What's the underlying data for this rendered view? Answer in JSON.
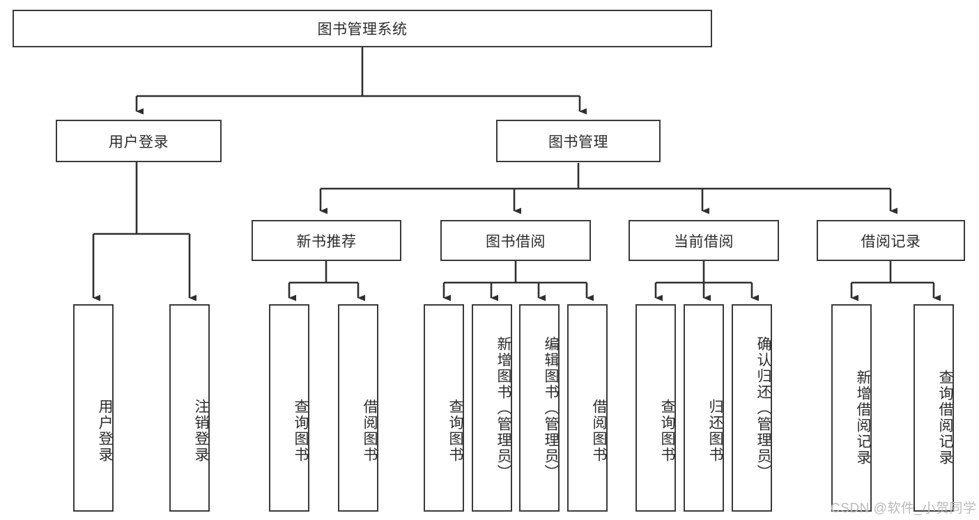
{
  "diagram": {
    "type": "tree-hierarchy",
    "title": "图书管理系统",
    "orientation": "top-down",
    "colors": {
      "box_border": "#3a3a3a",
      "box_fill": "#ffffff",
      "connector": "#2f2f2f",
      "text": "#2b2b2b",
      "watermark": "#b9b9b9"
    },
    "nodes": {
      "root": {
        "label": "图书管理系统",
        "orientation": "horizontal"
      },
      "level2": [
        {
          "id": "user-login",
          "label": "用户登录",
          "orientation": "horizontal"
        },
        {
          "id": "book-management",
          "label": "图书管理",
          "orientation": "horizontal"
        }
      ],
      "level3": [
        {
          "id": "new-book-recommend",
          "label": "新书推荐",
          "orientation": "horizontal"
        },
        {
          "id": "book-borrow",
          "label": "图书借阅",
          "orientation": "horizontal"
        },
        {
          "id": "current-borrow",
          "label": "当前借阅",
          "orientation": "horizontal"
        },
        {
          "id": "borrow-record",
          "label": "借阅记录",
          "orientation": "horizontal"
        }
      ],
      "leaves": {
        "user-login": [
          {
            "id": "leaf-user-login",
            "label": "用户登录",
            "orientation": "vertical"
          },
          {
            "id": "leaf-logout",
            "label": "注销登录",
            "orientation": "vertical"
          }
        ],
        "new-book-recommend": [
          {
            "id": "leaf-query-book-1",
            "label": "查询图书",
            "orientation": "vertical"
          },
          {
            "id": "leaf-borrow-book-1",
            "label": "借阅图书",
            "orientation": "vertical"
          }
        ],
        "book-borrow": [
          {
            "id": "leaf-query-book-2",
            "label": "查询图书",
            "orientation": "vertical"
          },
          {
            "id": "leaf-add-book-admin",
            "label": "新增图书（管理员）",
            "orientation": "vertical"
          },
          {
            "id": "leaf-edit-book-admin",
            "label": "编辑图书（管理员）",
            "orientation": "vertical"
          },
          {
            "id": "leaf-borrow-book-2",
            "label": "借阅图书",
            "orientation": "vertical"
          }
        ],
        "current-borrow": [
          {
            "id": "leaf-query-book-3",
            "label": "查询图书",
            "orientation": "vertical"
          },
          {
            "id": "leaf-return-book",
            "label": "归还图书",
            "orientation": "vertical"
          },
          {
            "id": "leaf-confirm-return-admin",
            "label": "确认归还（管理员）",
            "orientation": "vertical"
          }
        ],
        "borrow-record": [
          {
            "id": "leaf-add-borrow-record",
            "label": "新增借阅记录",
            "orientation": "vertical"
          },
          {
            "id": "leaf-query-borrow-record",
            "label": "查询借阅记录",
            "orientation": "vertical"
          }
        ]
      }
    },
    "watermark": "CSDN @软件_小贺同学"
  }
}
